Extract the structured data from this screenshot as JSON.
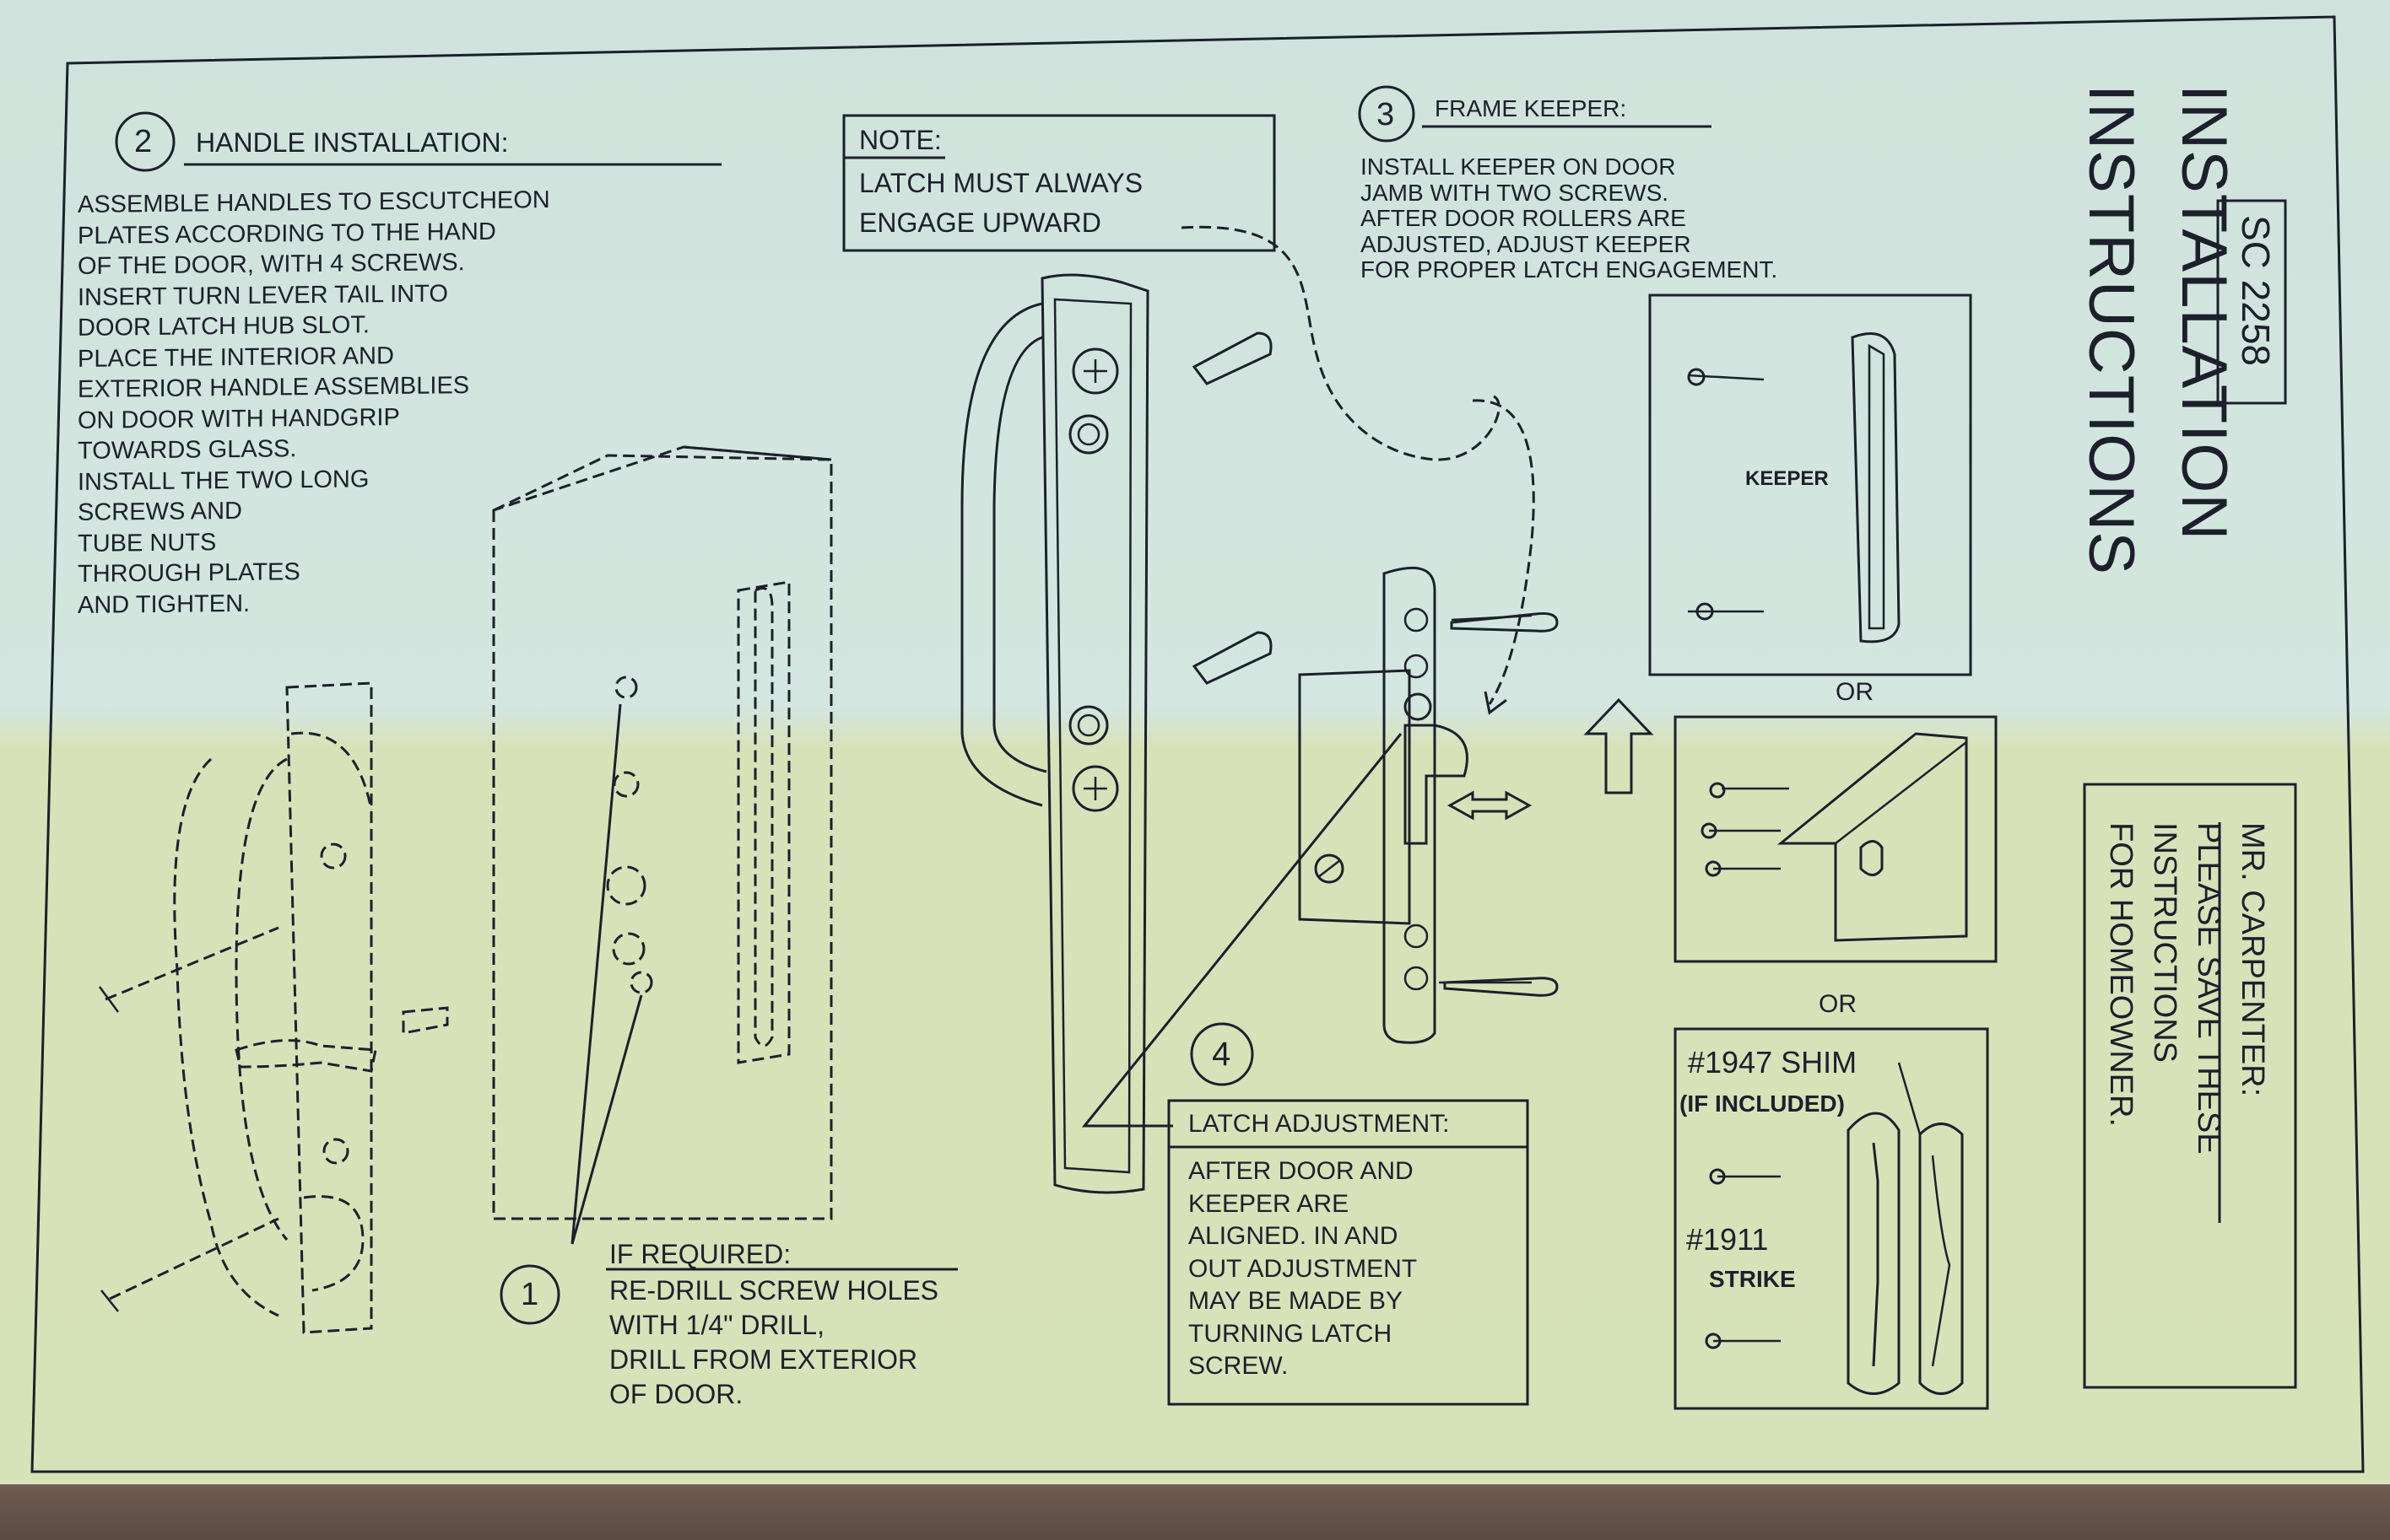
{
  "header": {
    "title_line1": "INSTALLATION",
    "title_line2": "INSTRUCTIONS",
    "model_code": "SC 2258"
  },
  "step1": {
    "number": "1",
    "title": "IF REQUIRED:",
    "body": "RE-DRILL SCREW HOLES\nWITH 1/4\" DRILL,\nDRILL FROM EXTERIOR\nOF DOOR."
  },
  "step2": {
    "number": "2",
    "title": "HANDLE INSTALLATION:",
    "body": "ASSEMBLE HANDLES TO ESCUTCHEON\nPLATES ACCORDING TO THE HAND\nOF THE DOOR, WITH 4 SCREWS.\nINSERT TURN LEVER TAIL INTO\nDOOR LATCH HUB SLOT.\nPLACE THE INTERIOR AND\nEXTERIOR HANDLE ASSEMBLIES\nON DOOR WITH HANDGRIP\nTOWARDS GLASS.\nINSTALL THE TWO LONG\nSCREWS AND\nTUBE NUTS\nTHROUGH PLATES\nAND TIGHTEN."
  },
  "step3": {
    "number": "3",
    "title": "FRAME KEEPER:",
    "body": "INSTALL KEEPER ON DOOR\nJAMB WITH TWO SCREWS.\nAFTER DOOR ROLLERS ARE\nADJUSTED, ADJUST KEEPER\nFOR PROPER LATCH ENGAGEMENT."
  },
  "step4": {
    "number": "4",
    "title": "LATCH ADJUSTMENT:",
    "body": "AFTER DOOR AND\nKEEPER ARE\nALIGNED. IN AND\nOUT ADJUSTMENT\nMAY BE MADE BY\nTURNING LATCH\nSCREW."
  },
  "note": {
    "title": "NOTE:",
    "line1": "LATCH MUST ALWAYS",
    "line2": "ENGAGE UPWARD"
  },
  "keeper_panel": {
    "label": "KEEPER"
  },
  "or_labels": [
    "OR",
    "OR"
  ],
  "shim_panel": {
    "shim_part": "#1947 SHIM",
    "shim_note": "(IF INCLUDED)",
    "strike_part": "#1911",
    "strike_label": "STRIKE"
  },
  "carpenter_note": {
    "line1": "MR. CARPENTER:",
    "line2": "PLEASE SAVE THESE",
    "line3": "INSTRUCTIONS",
    "line4": "FOR HOMEOWNER."
  },
  "colors": {
    "paper_top": "#cfe3dc",
    "paper_bottom": "#d6e2b8",
    "ink": "#1d1f2c"
  }
}
